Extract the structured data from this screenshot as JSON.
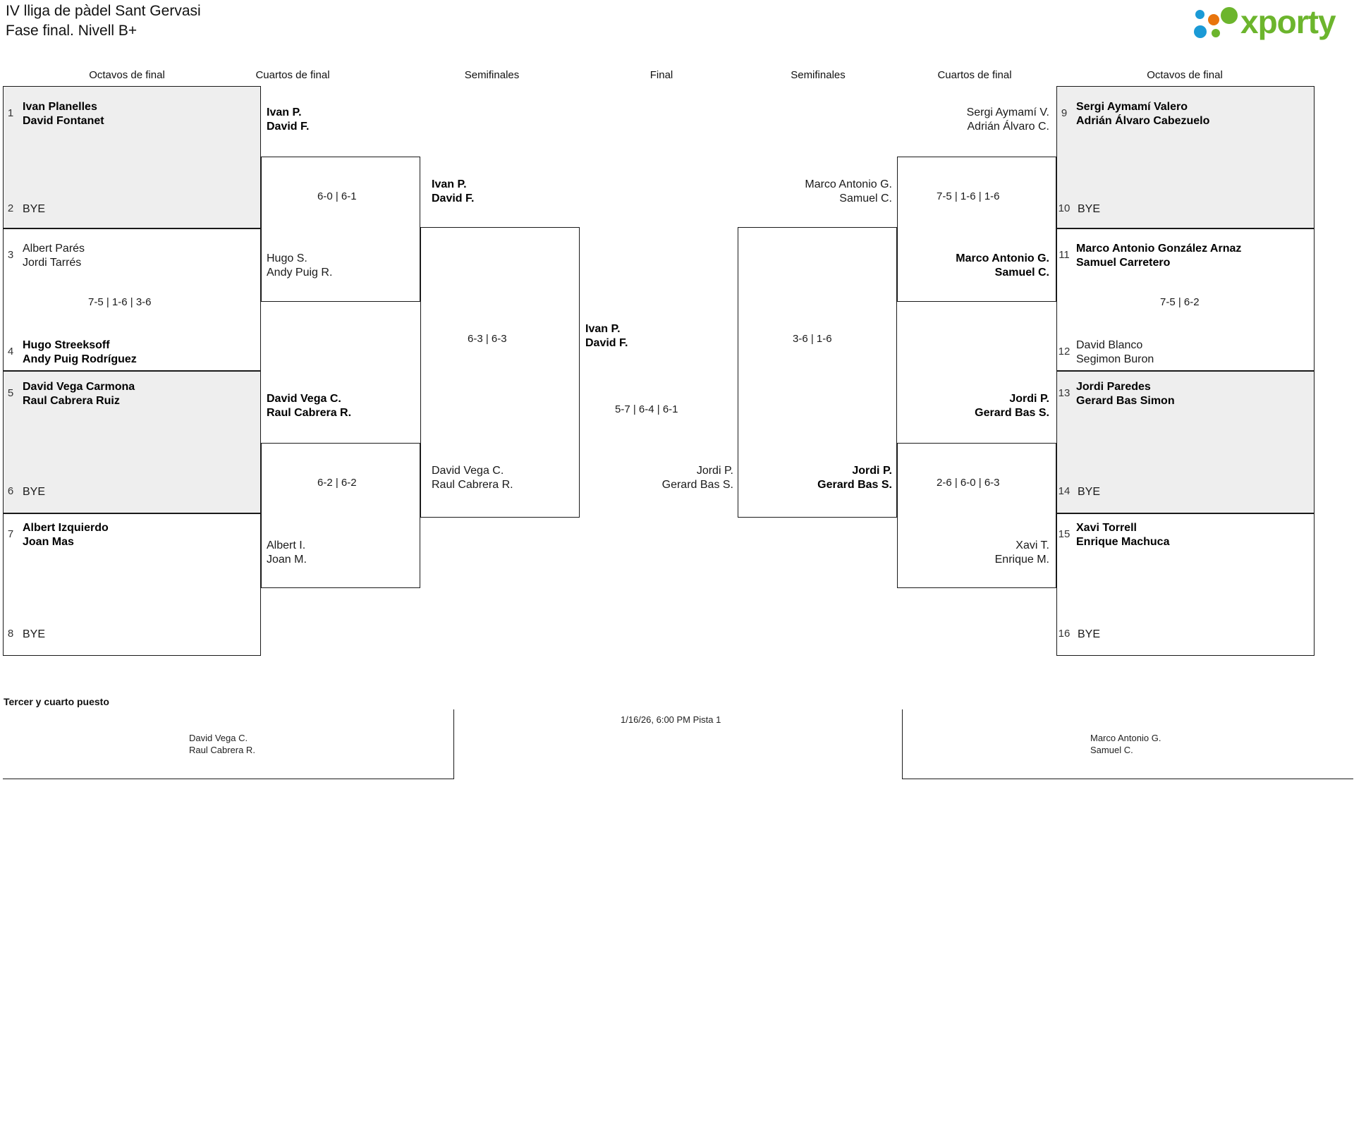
{
  "header": {
    "title_line1": "IV lliga de pàdel Sant Gervasi",
    "title_line2": "Fase final. Nivell B+",
    "logo_text": "xporty",
    "logo_colors": {
      "green": "#6cb52d",
      "blue": "#1b9ad6",
      "orange": "#e8740c"
    }
  },
  "round_captions": {
    "left_r16": "Octavos de final",
    "left_qf": "Cuartos de final",
    "left_sf": "Semifinales",
    "final": "Final",
    "right_sf": "Semifinales",
    "right_qf": "Cuartos de final",
    "right_r16": "Octavos de final"
  },
  "left": {
    "r16": [
      {
        "seed": "1",
        "line1": "Ivan Planelles",
        "line2": "David Fontanet",
        "winner": true,
        "bye": false
      },
      {
        "seed": "2",
        "line1": "BYE",
        "line2": "",
        "winner": false,
        "bye": true
      },
      {
        "seed": "3",
        "line1": "Albert Parés",
        "line2": "Jordi Tarrés",
        "winner": false,
        "bye": false
      },
      {
        "seed": "4",
        "line1": "Hugo Streeksoff",
        "line2": "Andy Puig Rodríguez",
        "winner": true,
        "bye": false
      },
      {
        "seed": "5",
        "line1": "David Vega Carmona",
        "line2": "Raul Cabrera Ruiz",
        "winner": true,
        "bye": false
      },
      {
        "seed": "6",
        "line1": "BYE",
        "line2": "",
        "winner": false,
        "bye": true
      },
      {
        "seed": "7",
        "line1": "Albert Izquierdo",
        "line2": "Joan Mas",
        "winner": true,
        "bye": false
      },
      {
        "seed": "8",
        "line1": "BYE",
        "line2": "",
        "winner": false,
        "bye": true
      }
    ],
    "r16_scores": [
      "",
      "7-5 | 1-6 | 3-6",
      "",
      ""
    ],
    "qf": [
      {
        "line1": "Ivan P.",
        "line2": "David F.",
        "winner": true
      },
      {
        "line1": "Hugo S.",
        "line2": "Andy Puig R.",
        "winner": false
      },
      {
        "line1": "David Vega C.",
        "line2": "Raul Cabrera R.",
        "winner": true
      },
      {
        "line1": "Albert I.",
        "line2": "Joan M.",
        "winner": false
      }
    ],
    "qf_scores": [
      "6-0 | 6-1",
      "6-2 | 6-2"
    ],
    "sf": [
      {
        "line1": "Ivan P.",
        "line2": "David F.",
        "winner": true
      },
      {
        "line1": "David Vega C.",
        "line2": "Raul Cabrera R.",
        "winner": false
      }
    ],
    "sf_scores": [
      "6-3 | 6-3"
    ]
  },
  "final": {
    "top": {
      "line1": "Ivan P.",
      "line2": "David F.",
      "winner": true
    },
    "bottom": {
      "line1": "Jordi P.",
      "line2": "Gerard Bas S.",
      "winner": false
    },
    "score": "5-7 | 6-4 | 6-1"
  },
  "right": {
    "sf": [
      {
        "line1": "Marco Antonio G.",
        "line2": "Samuel C.",
        "winner": false
      },
      {
        "line1": "Jordi P.",
        "line2": "Gerard Bas S.",
        "winner": true
      }
    ],
    "sf_scores": [
      "3-6 | 1-6"
    ],
    "qf": [
      {
        "line1": "Sergi Aymamí V.",
        "line2": "Adrián Álvaro C.",
        "winner": false
      },
      {
        "line1": "Marco Antonio G.",
        "line2": "Samuel C.",
        "winner": true
      },
      {
        "line1": "Jordi P.",
        "line2": "Gerard Bas S.",
        "winner": true
      },
      {
        "line1": "Xavi T.",
        "line2": "Enrique M.",
        "winner": false
      }
    ],
    "qf_scores": [
      "7-5 | 1-6 | 1-6",
      "2-6 | 6-0 | 6-3"
    ],
    "r16": [
      {
        "seed": "9",
        "line1": "Sergi Aymamí Valero",
        "line2": "Adrián Álvaro Cabezuelo",
        "winner": true,
        "bye": false
      },
      {
        "seed": "10",
        "line1": "BYE",
        "line2": "",
        "winner": false,
        "bye": true
      },
      {
        "seed": "11",
        "line1": "Marco Antonio González Arnaz",
        "line2": "Samuel Carretero",
        "winner": true,
        "bye": false
      },
      {
        "seed": "12",
        "line1": "David Blanco",
        "line2": "Segimon Buron",
        "winner": false,
        "bye": false
      },
      {
        "seed": "13",
        "line1": "Jordi Paredes",
        "line2": "Gerard Bas Simon",
        "winner": true,
        "bye": false
      },
      {
        "seed": "14",
        "line1": "BYE",
        "line2": "",
        "winner": false,
        "bye": true
      },
      {
        "seed": "15",
        "line1": "Xavi Torrell",
        "line2": "Enrique Machuca",
        "winner": true,
        "bye": false
      },
      {
        "seed": "16",
        "line1": "BYE",
        "line2": "",
        "winner": false,
        "bye": true
      }
    ],
    "r16_scores": [
      "",
      "7-5 | 6-2",
      "",
      ""
    ]
  },
  "third_place": {
    "title": "Tercer y cuarto puesto",
    "left_team_line1": "David Vega C.",
    "left_team_line2": "Raul Cabrera R.",
    "right_team_line1": "Marco Antonio G.",
    "right_team_line2": "Samuel C.",
    "schedule": "1/16/26, 6:00 PM Pista 1"
  }
}
